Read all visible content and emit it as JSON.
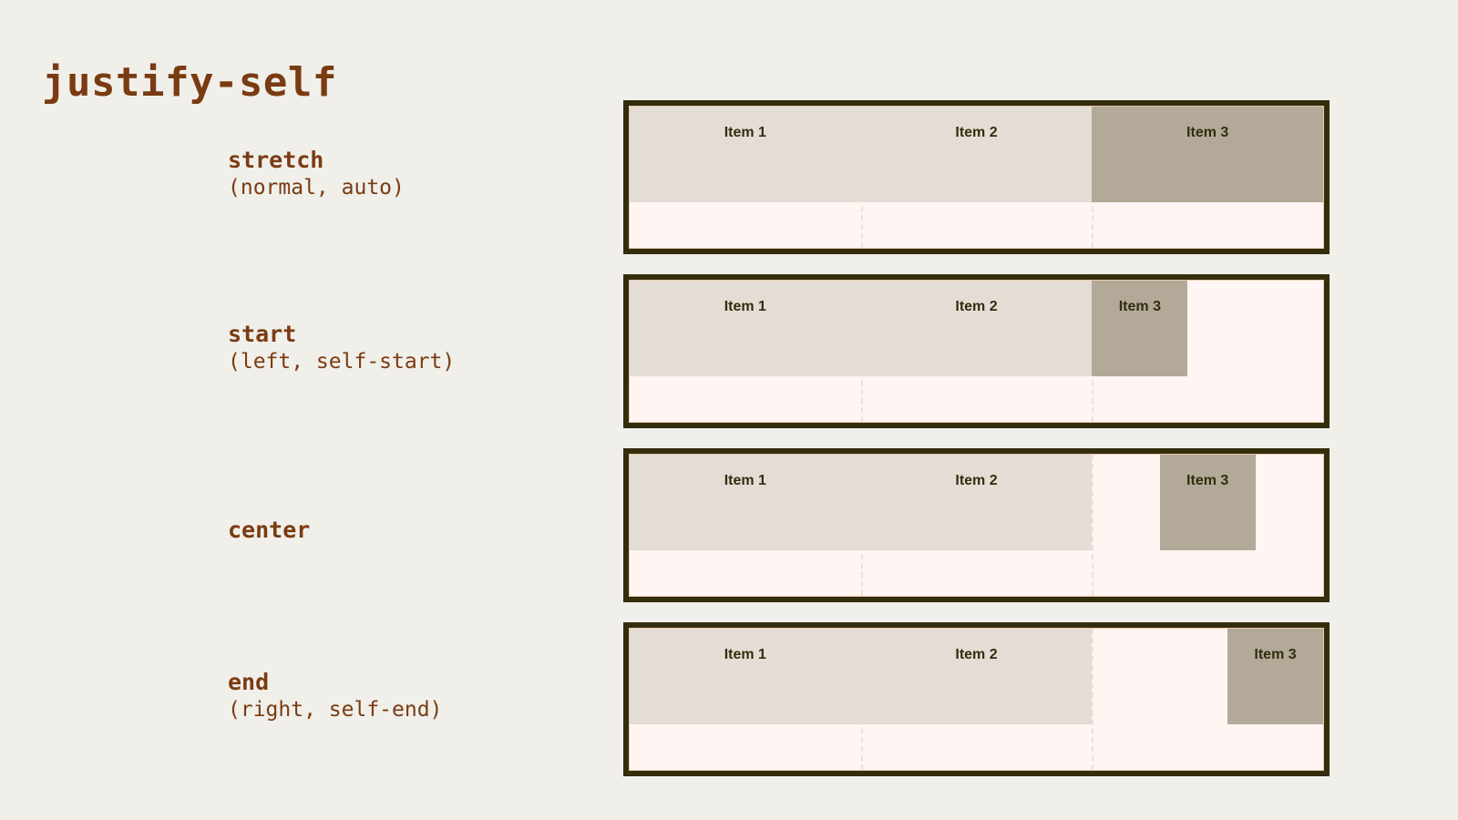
{
  "title": "justify-self",
  "colors": {
    "page_background": "#f0efea",
    "accent_text": "#7a3b12",
    "grid_border": "#332d0d",
    "grid_background": "#fff5f3",
    "item_fill": "#e4ddd6",
    "item_accent_fill": "#b2a999",
    "column_line": "#f3ddd8"
  },
  "rows": [
    {
      "keyword": "stretch",
      "aliases": "(normal, auto)",
      "mode": "stretch",
      "items": [
        {
          "label": "Item 1",
          "accent": false,
          "width": "full"
        },
        {
          "label": "Item 2",
          "accent": false,
          "width": "full"
        },
        {
          "label": "Item 3",
          "accent": true,
          "width": "full"
        }
      ]
    },
    {
      "keyword": "start",
      "aliases": "(left, self-start)",
      "mode": "start",
      "items": [
        {
          "label": "Item 1",
          "accent": false,
          "width": "full"
        },
        {
          "label": "Item 2",
          "accent": false,
          "width": "full"
        },
        {
          "label": "Item 3",
          "accent": true,
          "width": "fixed"
        }
      ]
    },
    {
      "keyword": "center",
      "aliases": "",
      "mode": "center",
      "items": [
        {
          "label": "Item 1",
          "accent": false,
          "width": "full"
        },
        {
          "label": "Item 2",
          "accent": false,
          "width": "full"
        },
        {
          "label": "Item 3",
          "accent": true,
          "width": "fixed"
        }
      ]
    },
    {
      "keyword": "end",
      "aliases": "(right, self-end)",
      "mode": "end",
      "items": [
        {
          "label": "Item 1",
          "accent": false,
          "width": "full"
        },
        {
          "label": "Item 2",
          "accent": false,
          "width": "full"
        },
        {
          "label": "Item 3",
          "accent": true,
          "width": "fixed"
        }
      ]
    }
  ]
}
